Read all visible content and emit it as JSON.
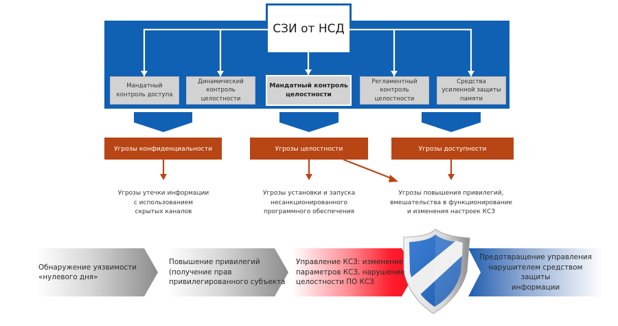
{
  "root": {
    "label": "СЗИ от НСД"
  },
  "components": [
    {
      "label": "Мандатный\nконтроль доступа",
      "highlighted": false
    },
    {
      "label": "Динамический\nконтроль\nцелостности",
      "highlighted": false
    },
    {
      "label": "Мандатный контроль\nцелостности",
      "highlighted": true
    },
    {
      "label": "Регламентный\nконтроль\nцелостности",
      "highlighted": false
    },
    {
      "label": "Средства\nусиленной защиты\nпамяти",
      "highlighted": false
    }
  ],
  "threat_categories": [
    {
      "label": "Угрозы конфиденциальности"
    },
    {
      "label": "Угрозы целостности"
    },
    {
      "label": "Угрозы доступности"
    }
  ],
  "threats": [
    {
      "text": "Угрозы утечки информации\nс использованием\nскрытых каналов"
    },
    {
      "text": "Угрозы установки и запуска\nнесанкционированного\nпрограммного обеспечения"
    },
    {
      "text": "Угрозы повышения привилегий,\nвмешательства в функционирование\nи изменения настроек КСЗ"
    }
  ],
  "attack_chain": [
    {
      "text": "Обнаружение уязвимости\n«нулевого дня»"
    },
    {
      "text": "Повышение привилегий\n(получение прав\nпривилегированного субъекта"
    },
    {
      "text": "Управление КСЗ: изменение\nпараметров КСЗ, нарушение\nцелостности ПО КСЗ"
    },
    {
      "text": "Предотвращение управления\nнарушителем средством защиты\nинформации"
    }
  ],
  "colors": {
    "panel_blue": "#1060b4",
    "threat_orange": "#b84514",
    "attack_red": "#ff1e2d",
    "component_gray": "#d2d2d2",
    "chain_gray": "#8e8e8e",
    "shield_blue": "#2f6fc4"
  }
}
